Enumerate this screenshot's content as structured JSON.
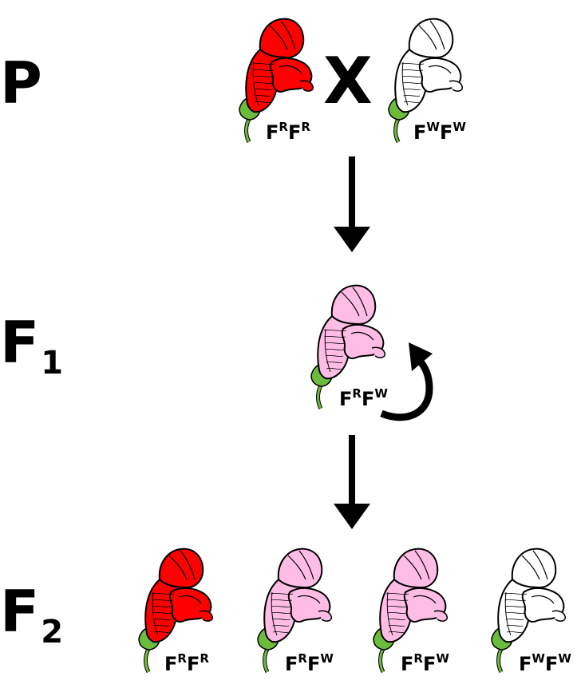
{
  "generations": {
    "p": {
      "label": "P",
      "sub": ""
    },
    "f1": {
      "label": "F",
      "sub": "1"
    },
    "f2": {
      "label": "F",
      "sub": "2"
    }
  },
  "cross_symbol": "X",
  "flowers": {
    "p_red": {
      "color": "#ff0000",
      "allele1": "F",
      "sup1": "R",
      "allele2": "F",
      "sup2": "R"
    },
    "p_white": {
      "color": "#ffffff",
      "allele1": "F",
      "sup1": "W",
      "allele2": "F",
      "sup2": "W"
    },
    "f1_pink": {
      "color": "#ffbde6",
      "allele1": "F",
      "sup1": "R",
      "allele2": "F",
      "sup2": "W"
    },
    "f2_red": {
      "color": "#ff0000",
      "allele1": "F",
      "sup1": "R",
      "allele2": "F",
      "sup2": "R"
    },
    "f2_pink_a": {
      "color": "#ffbde6",
      "allele1": "F",
      "sup1": "R",
      "allele2": "F",
      "sup2": "W"
    },
    "f2_pink_b": {
      "color": "#ffbde6",
      "allele1": "F",
      "sup1": "R",
      "allele2": "F",
      "sup2": "W"
    },
    "f2_white": {
      "color": "#ffffff",
      "allele1": "F",
      "sup1": "W",
      "allele2": "F",
      "sup2": "W"
    }
  },
  "colors": {
    "stem": "#6dbb3c",
    "outline": "#000000",
    "arrow": "#000000"
  }
}
